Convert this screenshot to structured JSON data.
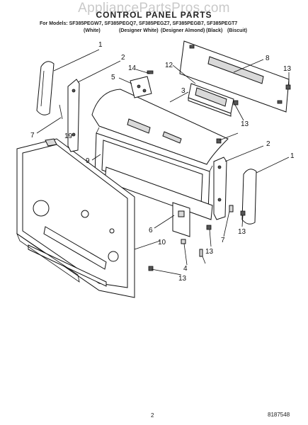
{
  "header": {
    "watermark": "AppliancePartsPros.com",
    "title": "CONTROL PANEL PARTS",
    "models_line": "For Models: SF385PEGW7, SF385PEGQ7, SF385PEGZ7, SF385PEGB7, SF385PEGT7",
    "variants": [
      "(White)",
      "(Designer White)",
      "(Designer Almond)",
      "(Black)",
      "(Biscuit)"
    ]
  },
  "callouts": {
    "c1_left": "1",
    "c2_left": "2",
    "c5": "5",
    "c14": "14",
    "c12": "12",
    "c3": "3",
    "c8": "8",
    "c13_a": "13",
    "c13_b": "13",
    "c7_left": "7",
    "c19": "19",
    "c9": "9",
    "c2_right": "2",
    "c1_right": "1",
    "c6": "6",
    "c7_right": "7",
    "c13_c": "13",
    "c13_d": "13",
    "c10": "10",
    "c4": "4",
    "c13_e": "13"
  },
  "footer": {
    "page_number": "2",
    "doc_number": "8187548"
  }
}
